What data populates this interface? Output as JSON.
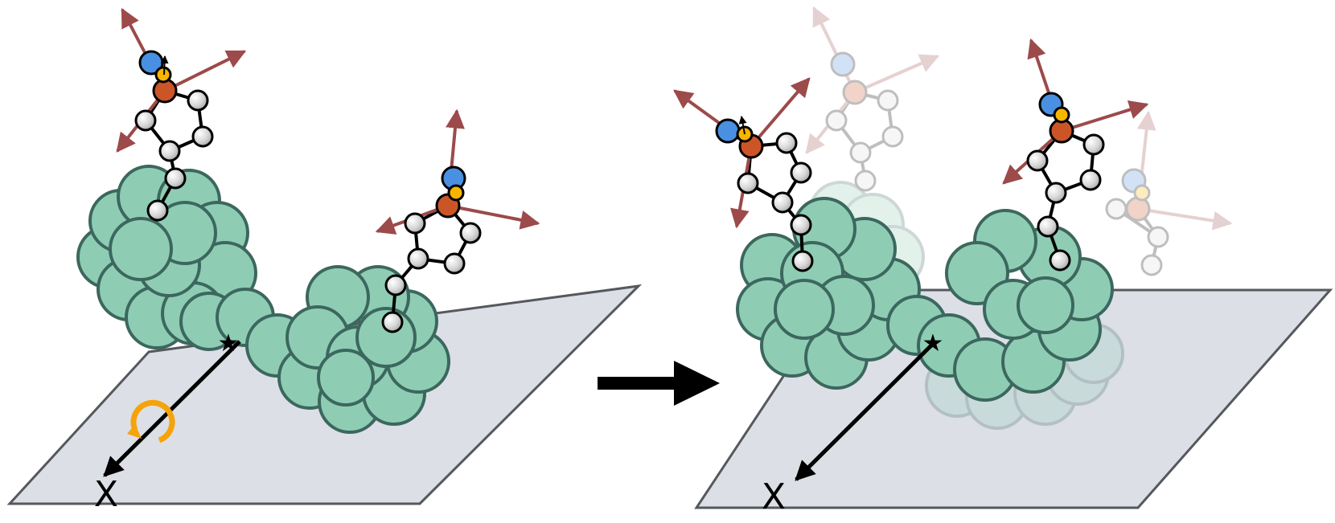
{
  "colors": {
    "background": "#ffffff",
    "surface_fill": "#dcdfe6",
    "surface_stroke": "#55585c",
    "cluster_fill": "#8ecdb4",
    "cluster_stroke": "#3c675e",
    "ring_atom_fill": "#dcdcdc",
    "metal_atom": "#cc5528",
    "blue_atom": "#4a90e2",
    "spin_atom": "#f7b500",
    "vector_arrow": "#9c4a4a",
    "rotation_arrow": "#f5a30a",
    "axis_arrow": "#000000",
    "ghost_opacity": "0.25"
  },
  "icons": {
    "rotation": "circular-rotation-arrow-icon",
    "transition": "right-arrow-icon",
    "pivot": "star-icon"
  },
  "panels": {
    "before": {
      "axis_label": "X"
    },
    "after": {
      "axis_label": "X"
    }
  }
}
